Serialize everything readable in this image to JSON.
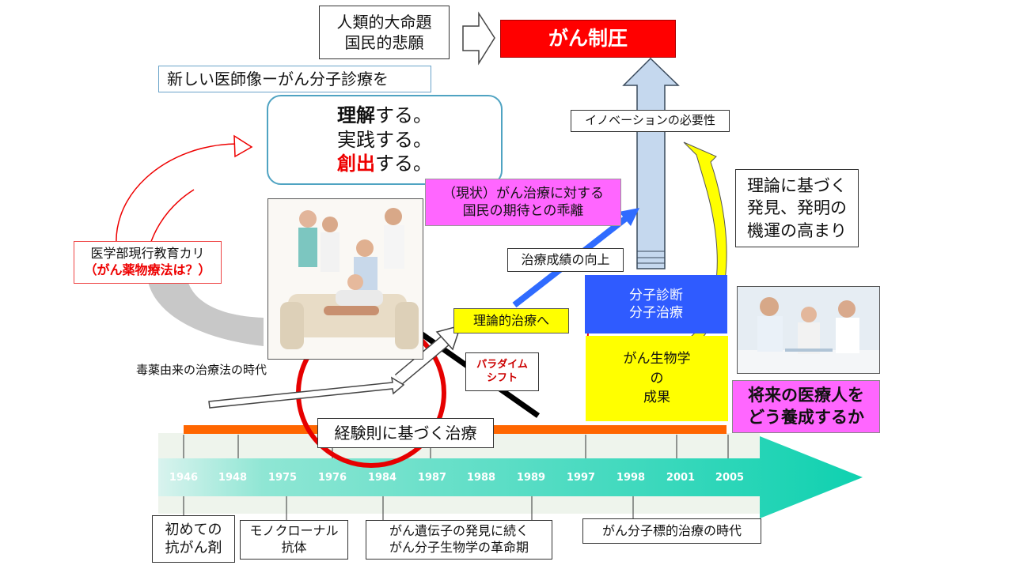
{
  "top": {
    "proposition_line1": "人類的大命題",
    "proposition_line2": "国民的悲願",
    "goal": "がん制圧"
  },
  "new_doctor": "新しい医師像ーがん分子診療を",
  "rounded_box": {
    "line1_bold": "理解",
    "line1_rest": "する。",
    "line2": "実践する。",
    "line3_red": "創出",
    "line3_rest": "する。"
  },
  "innovation": "イノベーションの必要性",
  "gap_line1": "（現状）がん治療に対する",
  "gap_line2": "国民の期待との乖離",
  "theory_line1": "理論に基づく",
  "theory_line2": "発見、発明の",
  "theory_line3": "機運の高まり",
  "curriculum_line1": "医学部現行教育カリ",
  "curriculum_line2": "（がん薬物療法は？）",
  "outcome_up": "治療成績の向上",
  "toward_theory": "理論的治療へ",
  "paradigm_line1": "パラダイム",
  "paradigm_line2": "シフト",
  "molecular_line1": "分子診断",
  "molecular_line2": "分子治療",
  "biology_line1": "がん生物学",
  "biology_line2": "の",
  "biology_line3": "成果",
  "future_line1": "将来の医療人を",
  "future_line2": "どう養成するか",
  "poison_era": "毒薬由来の治療法の時代",
  "empirical": "経験則に基づく治療",
  "timeline": {
    "years": [
      "1946",
      "1948",
      "1975",
      "1976",
      "1984",
      "1987",
      "1988",
      "1989",
      "1997",
      "1998",
      "2001",
      "2005"
    ]
  },
  "events": {
    "first_drug_line1": "初めての",
    "first_drug_line2": "抗がん剤",
    "monoclonal_line1": "モノクローナル",
    "monoclonal_line2": "抗体",
    "oncogene_line1": "がん遺伝子の発見に続く",
    "oncogene_line2": "がん分子生物学の革命期",
    "targeted": "がん分子標的治療の時代"
  },
  "colors": {
    "goal_red": "#ff0000",
    "magenta": "#ff66ff",
    "molecular_blue": "#2f5bff",
    "biology_yellow": "#ffff00",
    "timeline_teal": "#1fd6b8",
    "orange_bar": "#ff6600",
    "circle_red": "#e60000",
    "up_arrow_blue": "#c5d8ee"
  }
}
